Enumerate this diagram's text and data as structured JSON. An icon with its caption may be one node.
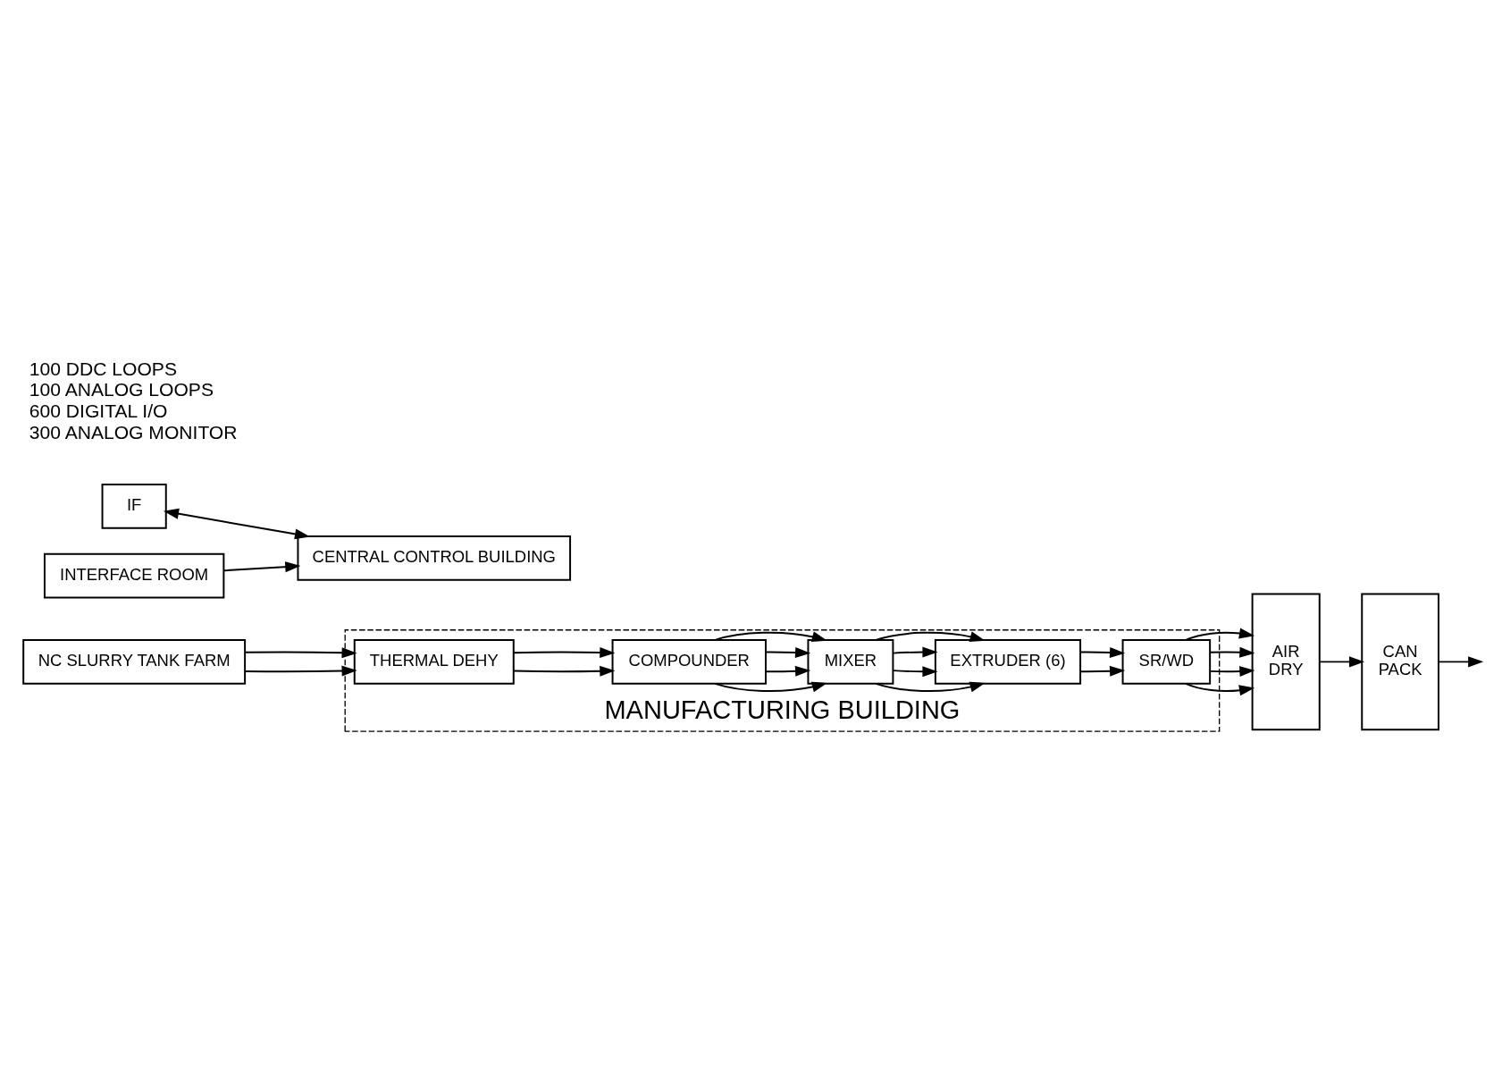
{
  "diagram": {
    "nodes": [
      {
        "text": [
          "NC SLURRY TANK FARM"
        ]
      },
      {
        "text": [
          "MANUFACTURING BUILDING"
        ]
      },
      {
        "text": [
          "THERMAL DEHY"
        ],
        "in": 1
      },
      {
        "text": [
          "COMPOUNDER"
        ],
        "in": 1
      },
      {
        "text": [
          "MIXER"
        ],
        "in": 1
      },
      {
        "text": [
          "EXTRUDER (6)"
        ],
        "in": 1
      },
      {
        "text": [
          "SR/WD"
        ],
        "in": 1
      },
      {
        "text": [
          "AIR",
          "DRY"
        ]
      },
      {
        "text": [
          "IF"
        ]
      },
      {
        "text": [
          "CAN",
          "PACK"
        ]
      },
      {
        "text": [
          "INTERFACE ROOM"
        ]
      },
      {
        "text": [
          "CENTRAL CONTROL BUILDING"
        ]
      }
    ],
    "edges": [
      {
        "from": 0,
        "to": 2,
        "arrow": "to"
      },
      {
        "from": 0,
        "to": 2,
        "arrow": "to"
      },
      {
        "from": 2,
        "to": 3,
        "arrow": "to"
      },
      {
        "from": 2,
        "to": 3,
        "arrow": "to"
      },
      {
        "from": 3,
        "to": 4,
        "arrow": "to"
      },
      {
        "from": 3,
        "to": 4,
        "arrow": "to"
      },
      {
        "from": 3,
        "to": 4,
        "arrow": "to"
      },
      {
        "from": 3,
        "to": 4,
        "arrow": "to"
      },
      {
        "from": 4,
        "to": 5,
        "arrow": "to"
      },
      {
        "from": 4,
        "to": 5,
        "arrow": "to"
      },
      {
        "from": 4,
        "to": 5,
        "arrow": "to"
      },
      {
        "from": 4,
        "to": 5,
        "arrow": "to"
      },
      {
        "from": 5,
        "to": 6,
        "arrow": "to"
      },
      {
        "from": 5,
        "to": 6,
        "arrow": "to"
      },
      {
        "from": 6,
        "to": 7,
        "arrow": "to"
      },
      {
        "from": 6,
        "to": 7,
        "arrow": "to"
      },
      {
        "from": 6,
        "to": 7,
        "arrow": "to"
      },
      {
        "from": 6,
        "to": 7,
        "arrow": "to"
      },
      {
        "from": 7,
        "to": 9,
        "arrow": "to"
      },
      {
        "from": 9,
        "to": null,
        "arrow": "to"
      },
      {
        "from": 10,
        "to": 11,
        "arrow": "to"
      },
      {
        "from": 8,
        "to": 11,
        "arrow": "both"
      }
    ],
    "labels": [
      "100 DDC LOOPS",
      "100 ANALOG LOOPS",
      "600 DIGITAL I/O",
      "300 ANALOG MONITOR"
    ]
  }
}
